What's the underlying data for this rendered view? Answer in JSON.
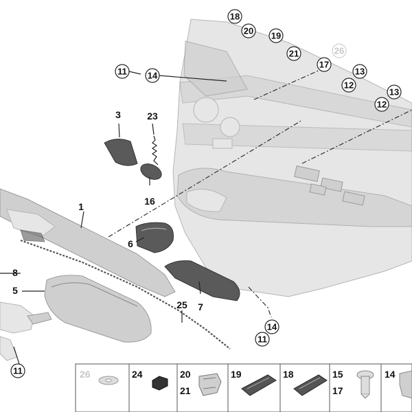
{
  "parts": {
    "p1": "1",
    "p3": "3",
    "p5": "5",
    "p6": "6",
    "p7": "7",
    "p8": "8",
    "p11": "11",
    "p12": "12",
    "p13": "13",
    "p14": "14",
    "p16": "16",
    "p17": "17",
    "p18": "18",
    "p19": "19",
    "p20": "20",
    "p21": "21",
    "p23": "23",
    "p24": "24",
    "p25": "25",
    "p26": "26"
  },
  "legend_strip": [
    {
      "id": "26",
      "sub": ""
    },
    {
      "id": "24",
      "sub": ""
    },
    {
      "id": "20",
      "sub": "21"
    },
    {
      "id": "19",
      "sub": ""
    },
    {
      "id": "18",
      "sub": ""
    },
    {
      "id": "15",
      "sub": "17"
    },
    {
      "id": "14",
      "sub": ""
    }
  ],
  "colors": {
    "trim_light": "#e6e6e6",
    "trim_mid": "#cfcfcf",
    "trim_dark": "#5a5a5a",
    "line": "#222222",
    "inactive_label": "#c7c7c7"
  }
}
